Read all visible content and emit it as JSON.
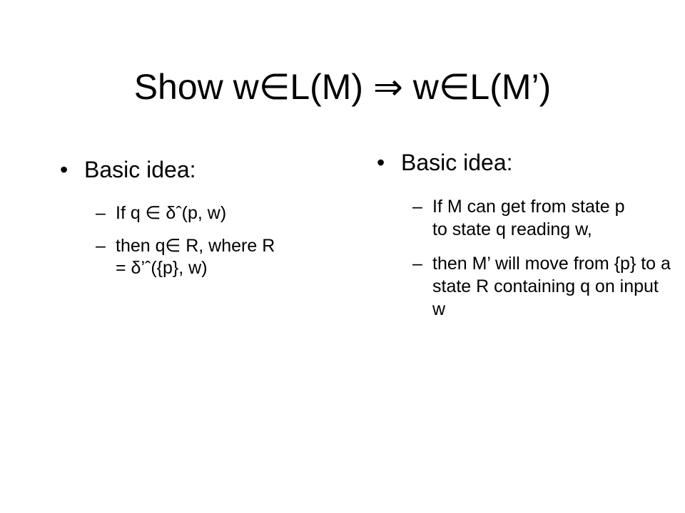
{
  "slide": {
    "title": "Show w∈L(M) ⇒ w∈L(M’)",
    "left": {
      "heading": "Basic idea:",
      "bullet_glyph": "•",
      "dash_glyph": "–",
      "items": [
        "If q ∈ δˆ(p, w)",
        "then q∈ R, where R = δ’ˆ({p}, w)"
      ]
    },
    "right": {
      "heading": "Basic idea:",
      "bullet_glyph": "•",
      "dash_glyph": "–",
      "items": [
        "If M can get from state p to state q reading w,",
        "then M’ will move from {p} to a state R containing q on input w"
      ]
    }
  }
}
